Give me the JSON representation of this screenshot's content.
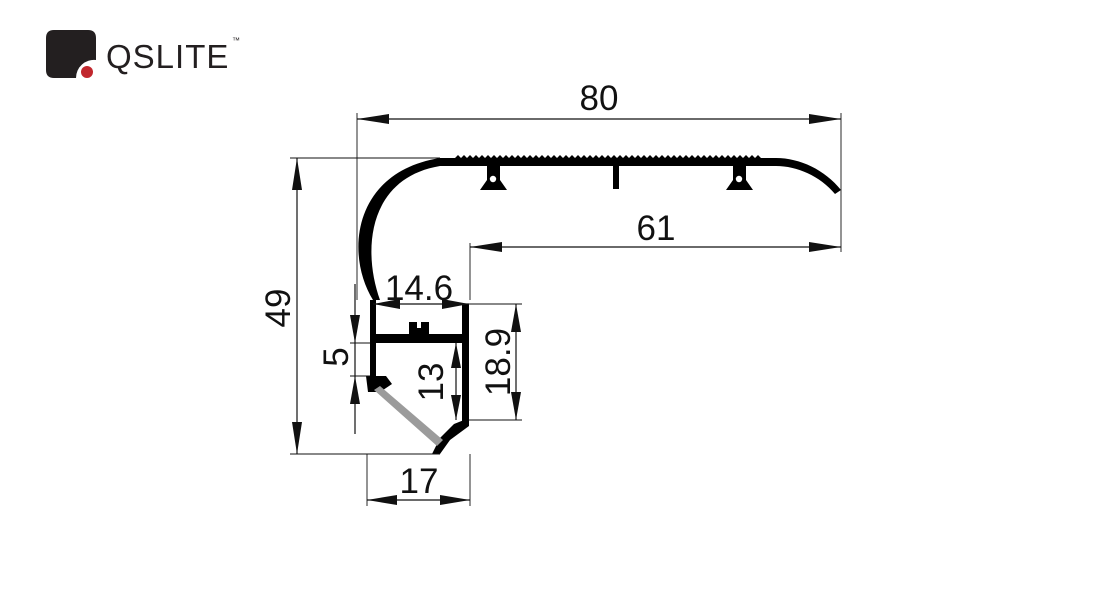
{
  "brand": {
    "name": "QSLITE",
    "trademark": "™",
    "mark_color": "#231f20",
    "dot_color": "#c1272d"
  },
  "dimensions": {
    "total_width": "80",
    "top_span": "61",
    "total_height": "49",
    "channel_width": "14.6",
    "channel_height": "18.9",
    "lip_height": "5",
    "inner_height": "13",
    "bottom_width": "17"
  },
  "colors": {
    "profile": "#000000",
    "diffuser": "#9b9b9b",
    "lines": "#111111"
  }
}
